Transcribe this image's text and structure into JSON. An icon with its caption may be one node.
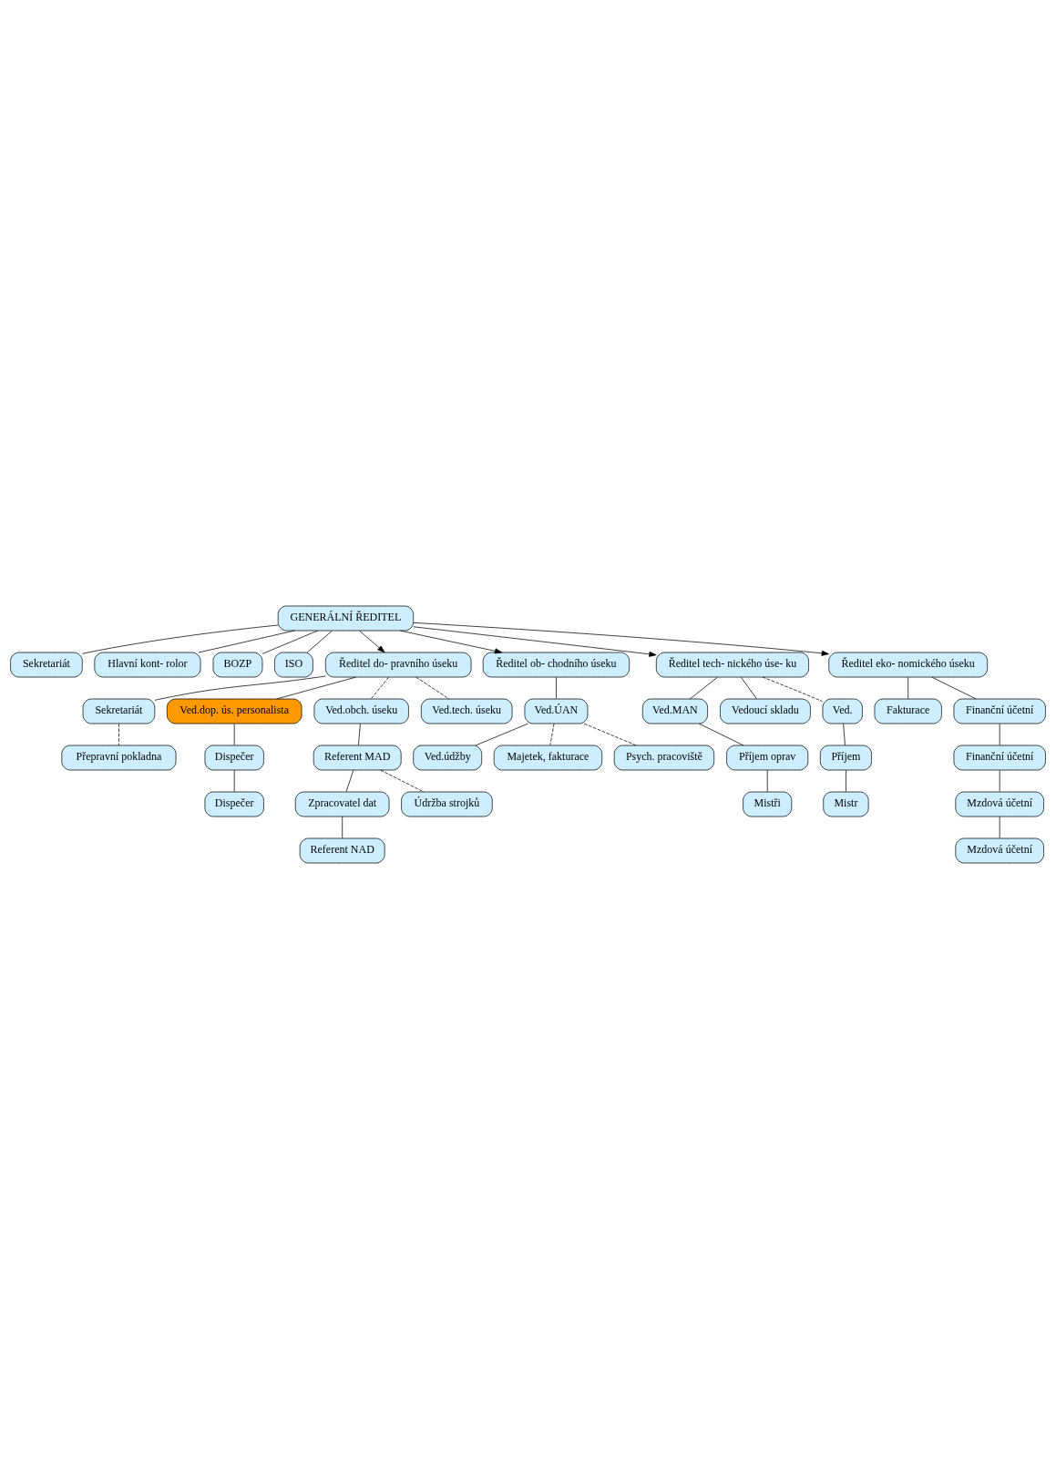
{
  "diagram": {
    "nodes": [
      {
        "text": [
          "GENERÁLNÍ ŘEDITEL"
        ]
      },
      {
        "text": [
          "Sekretariát"
        ]
      },
      {
        "text": [
          "Hlavní kont- rolor"
        ]
      },
      {
        "text": [
          "BOZP"
        ]
      },
      {
        "text": [
          "ISO"
        ]
      },
      {
        "text": [
          "Ředitel do- pravního úseku"
        ]
      },
      {
        "text": [
          "Ředitel ob- chodního úseku"
        ]
      },
      {
        "text": [
          "Ředitel tech- nického úse- ku"
        ]
      },
      {
        "text": [
          "Ředitel eko- nomického úseku"
        ]
      },
      {
        "text": [
          "Sekretariát"
        ]
      },
      {
        "text": [
          "Ved.ÚAN"
        ]
      },
      {
        "text": [
          "Ved.MAN"
        ]
      },
      {
        "text": [
          "Fakturace"
        ]
      },
      {
        "text": [
          "Ved.dop. ús. personalista"
        ]
      },
      {
        "text": [
          "Ved.obch. úseku"
        ]
      },
      {
        "text": [
          "Ved.údžby"
        ]
      },
      {
        "text": [
          "Vedoucí skladu"
        ]
      },
      {
        "text": [
          "Finanční účetní"
        ]
      },
      {
        "text": [
          "Dispečer"
        ]
      },
      {
        "text": [
          "Referent MAD"
        ]
      },
      {
        "text": [
          "Majetek, fakturace"
        ]
      },
      {
        "text": [
          "Příjem oprav"
        ]
      },
      {
        "text": [
          "Finanční účetní"
        ]
      },
      {
        "text": [
          "Dispečer"
        ]
      },
      {
        "text": [
          "Zpracovatel dat"
        ]
      },
      {
        "text": [
          "Mzdová účetní"
        ]
      },
      {
        "text": [
          "Ved.tech. úseku"
        ]
      },
      {
        "text": [
          "Ved."
        ]
      },
      {
        "text": [
          "Psych. pracoviště"
        ]
      },
      {
        "text": [
          "Mzdová účetní"
        ]
      },
      {
        "text": [
          "Referent NAD"
        ]
      },
      {
        "text": [
          "Mistři"
        ]
      },
      {
        "text": [
          "Údržba strojků"
        ]
      },
      {
        "text": [
          "Příjem"
        ]
      },
      {
        "text": [
          "Přepravní pokladna"
        ]
      },
      {
        "text": [
          "Mistr"
        ]
      }
    ],
    "edges": [
      {
        "from": 0,
        "to": 1,
        "arrow": "none"
      },
      {
        "from": 0,
        "to": 2,
        "arrow": "none"
      },
      {
        "from": 0,
        "to": 3,
        "arrow": "none"
      },
      {
        "from": 0,
        "to": 4,
        "arrow": "none"
      },
      {
        "from": 0,
        "to": 5,
        "arrow": "to"
      },
      {
        "from": 0,
        "to": 6,
        "arrow": "to"
      },
      {
        "from": 0,
        "to": 7,
        "arrow": "to"
      },
      {
        "from": 0,
        "to": 8,
        "arrow": "to"
      },
      {
        "from": 5,
        "to": 13,
        "arrow": "none"
      },
      {
        "from": 5,
        "to": 9,
        "arrow": "none"
      },
      {
        "from": 5,
        "to": 26,
        "arrow": "none",
        "style": "dashed"
      },
      {
        "from": 5,
        "to": 14,
        "arrow": "none",
        "style": "dashed"
      },
      {
        "from": 13,
        "to": 18,
        "arrow": "none"
      },
      {
        "from": 18,
        "to": 23,
        "arrow": "none"
      },
      {
        "from": 9,
        "to": 34,
        "arrow": "none",
        "style": "dashed"
      },
      {
        "from": 14,
        "to": 19,
        "arrow": "none"
      },
      {
        "from": 19,
        "to": 24,
        "arrow": "none"
      },
      {
        "from": 19,
        "to": 32,
        "arrow": "none",
        "style": "dashed"
      },
      {
        "from": 24,
        "to": 30,
        "arrow": "none"
      },
      {
        "from": 6,
        "to": 10,
        "arrow": "none"
      },
      {
        "from": 10,
        "to": 15,
        "arrow": "none"
      },
      {
        "from": 10,
        "to": 20,
        "arrow": "none",
        "style": "dashed"
      },
      {
        "from": 10,
        "to": 28,
        "arrow": "none",
        "style": "dashed"
      },
      {
        "from": 7,
        "to": 11,
        "arrow": "none"
      },
      {
        "from": 11,
        "to": 21,
        "arrow": "none"
      },
      {
        "from": 21,
        "to": 31,
        "arrow": "none"
      },
      {
        "from": 7,
        "to": 16,
        "arrow": "none"
      },
      {
        "from": 7,
        "to": 27,
        "arrow": "none",
        "style": "dashed"
      },
      {
        "from": 27,
        "to": 33,
        "arrow": "none"
      },
      {
        "from": 33,
        "to": 35,
        "arrow": "none"
      },
      {
        "from": 8,
        "to": 12,
        "arrow": "none"
      },
      {
        "from": 8,
        "to": 17,
        "arrow": "none"
      },
      {
        "from": 17,
        "to": 22,
        "arrow": "none"
      },
      {
        "from": 22,
        "to": 25,
        "arrow": "none"
      },
      {
        "from": 25,
        "to": 29,
        "arrow": "none"
      }
    ]
  }
}
